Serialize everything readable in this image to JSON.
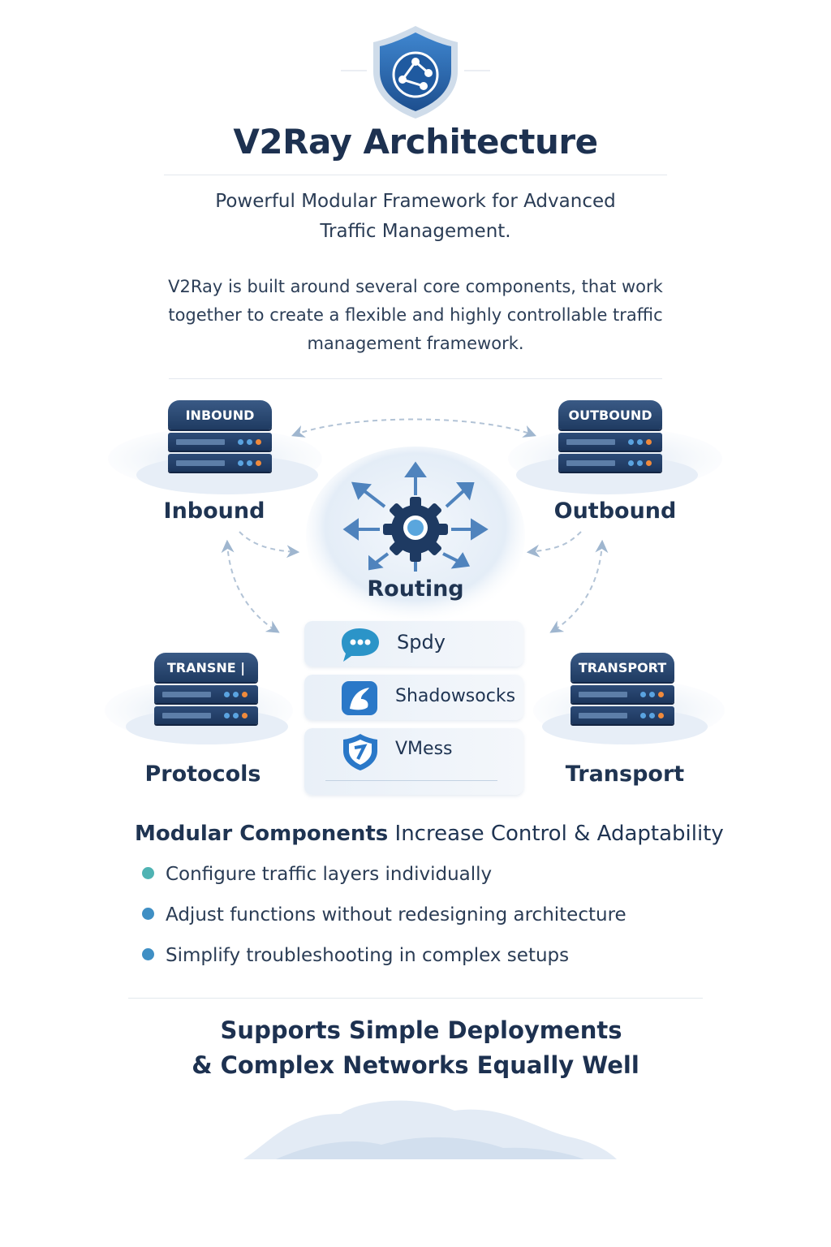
{
  "header": {
    "title": "V2Ray Architecture",
    "tagline_line1": "Powerful Modular Framework for Advanced",
    "tagline_line2": "Traffic Management.",
    "intro_line1": "V2Ray is built around several core components, that work",
    "intro_line2": "together to create a flexible and highly controllable traffic",
    "intro_line3": "management framework."
  },
  "diagram": {
    "inbound": {
      "badge": "INBOUND",
      "label": "Inbound"
    },
    "outbound": {
      "badge": "OUTBOUND",
      "label": "Outbound"
    },
    "routing": {
      "label": "Routing"
    },
    "protocols": {
      "badge": "TRANSNE |",
      "label": "Protocols"
    },
    "transport": {
      "badge": "TRANSPORT",
      "label": "Transport"
    },
    "protocol_list": [
      {
        "label": "Spdy",
        "icon": "chat-bubble-icon"
      },
      {
        "label": "Shadowsocks",
        "icon": "shadowsocks-icon"
      },
      {
        "label": "VMess",
        "icon": "vmess-shield-icon"
      }
    ]
  },
  "features": {
    "title_bold": "Modular Components",
    "title_rest": " Increase Control & Adaptability",
    "bullets": [
      {
        "text": "Configure traffic layers individually",
        "color": "#4fb3b3"
      },
      {
        "text": "Adjust functions without redesigning architecture",
        "color": "#3f8fc4"
      },
      {
        "text": "Simplify troubleshooting in complex setups",
        "color": "#3f8fc4"
      }
    ]
  },
  "footer": {
    "line1": "Supports Simple Deployments",
    "line2": "& Complex Networks Equally Well"
  },
  "colors": {
    "navy": "#1d3150",
    "accent_blue": "#2f6db5",
    "led_orange": "#f08a3c",
    "led_blue": "#5aa3e0"
  }
}
